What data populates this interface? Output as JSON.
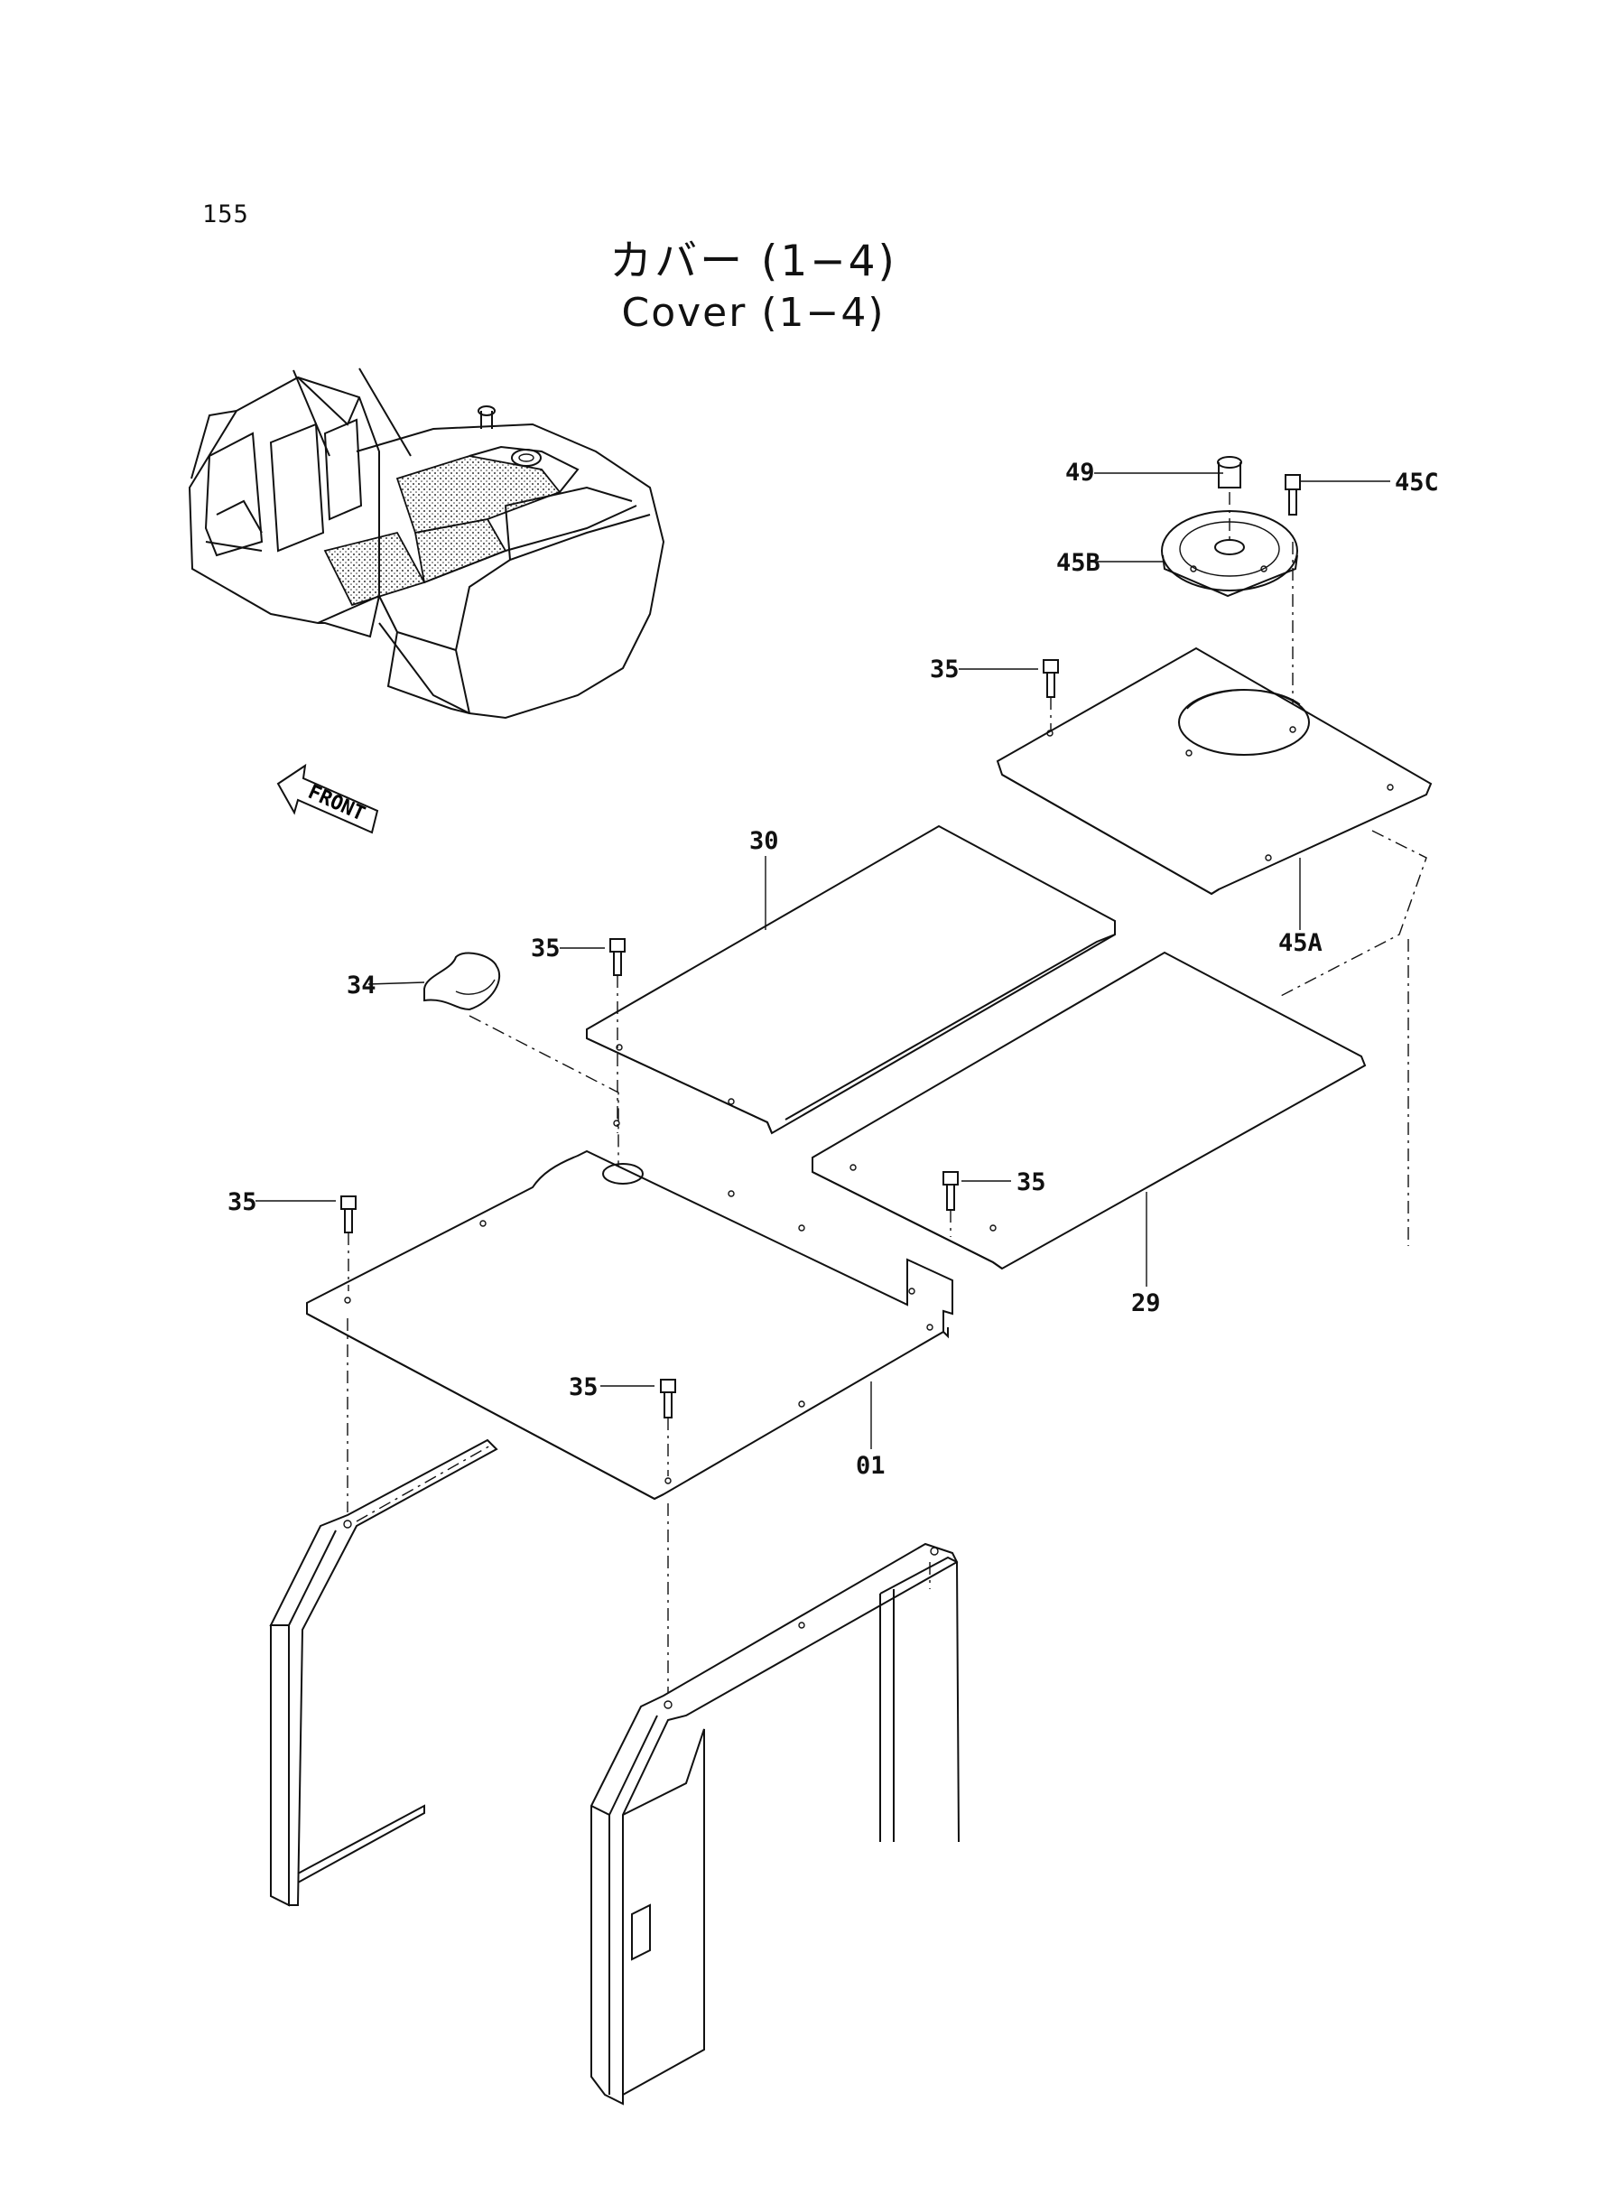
{
  "page": {
    "number": "155"
  },
  "title": {
    "ja": "カバー (1−4)",
    "en": "Cover (1−4)"
  },
  "overview": {
    "front_label": "FRONT"
  },
  "callouts": {
    "c49": "49",
    "c45C": "45C",
    "c45B": "45B",
    "c35a": "35",
    "c45A": "45A",
    "c30": "30",
    "c35b": "35",
    "c34": "34",
    "c35c": "35",
    "c35d": "35",
    "c29": "29",
    "c35e": "35",
    "c01": "01"
  }
}
